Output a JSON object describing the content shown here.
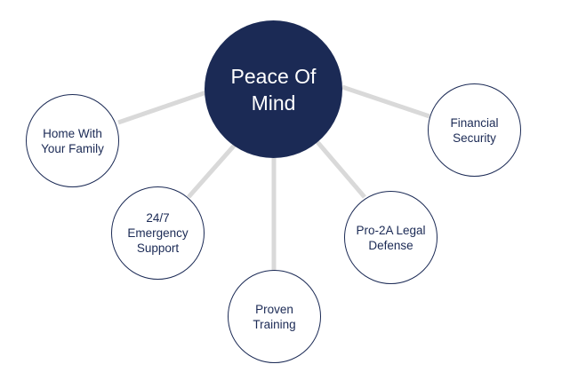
{
  "diagram": {
    "center": {
      "label": "Peace Of\nMind"
    },
    "nodes": [
      {
        "label": "Home With\nYour Family"
      },
      {
        "label": "24/7\nEmergency\nSupport"
      },
      {
        "label": "Proven\nTraining"
      },
      {
        "label": "Pro-2A Legal\nDefense"
      },
      {
        "label": "Financial\nSecurity"
      }
    ]
  },
  "colors": {
    "center_fill": "#1b2a55",
    "node_border": "#1b2a55",
    "node_text": "#1b2a55",
    "connector": "#d9d9d9",
    "background": "#ffffff"
  }
}
